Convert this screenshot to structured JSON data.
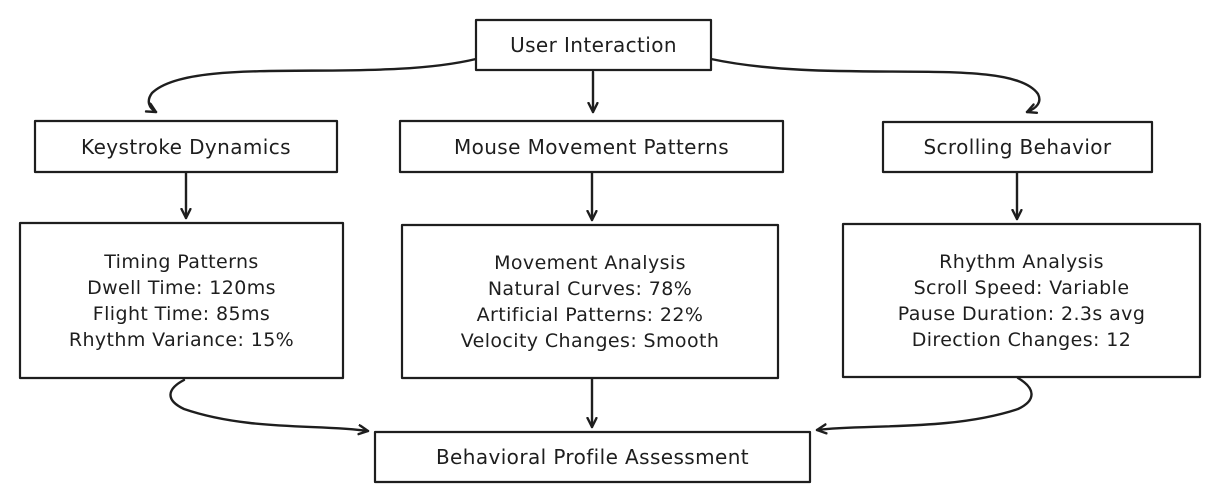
{
  "diagram": {
    "style": {
      "background": "#ffffff",
      "stroke_color": "#1e1e1e",
      "text_color": "#1e1e1e"
    },
    "nodes": {
      "user_interaction": {
        "label": "User Interaction"
      },
      "keystroke_dynamics": {
        "label": "Keystroke Dynamics"
      },
      "mouse_movement_patterns": {
        "label": "Mouse Movement Patterns"
      },
      "scrolling_behavior": {
        "label": "Scrolling Behavior"
      },
      "timing_patterns": {
        "title": "Timing Patterns",
        "lines": [
          "Dwell Time: 120ms",
          "Flight Time: 85ms",
          "Rhythm Variance: 15%"
        ]
      },
      "movement_analysis": {
        "title": "Movement Analysis",
        "lines": [
          "Natural Curves: 78%",
          "Artificial Patterns: 22%",
          "Velocity Changes: Smooth"
        ]
      },
      "rhythm_analysis": {
        "title": "Rhythm Analysis",
        "lines": [
          "Scroll Speed: Variable",
          "Pause Duration: 2.3s avg",
          "Direction Changes: 12"
        ]
      },
      "behavioral_profile_assessment": {
        "label": "Behavioral Profile Assessment"
      }
    },
    "edges": [
      {
        "from": "User Interaction",
        "to": "Keystroke Dynamics"
      },
      {
        "from": "User Interaction",
        "to": "Mouse Movement Patterns"
      },
      {
        "from": "User Interaction",
        "to": "Scrolling Behavior"
      },
      {
        "from": "Keystroke Dynamics",
        "to": "Timing Patterns"
      },
      {
        "from": "Mouse Movement Patterns",
        "to": "Movement Analysis"
      },
      {
        "from": "Scrolling Behavior",
        "to": "Rhythm Analysis"
      },
      {
        "from": "Timing Patterns",
        "to": "Behavioral Profile Assessment"
      },
      {
        "from": "Movement Analysis",
        "to": "Behavioral Profile Assessment"
      },
      {
        "from": "Rhythm Analysis",
        "to": "Behavioral Profile Assessment"
      }
    ]
  }
}
